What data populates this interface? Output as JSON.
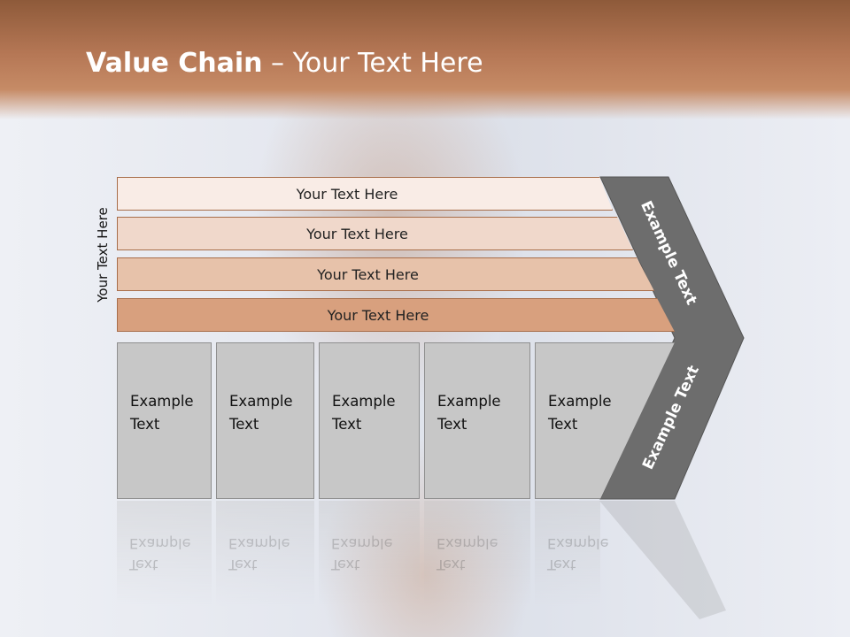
{
  "title": {
    "bold": "Value Chain",
    "rest": " – Your Text Here"
  },
  "side_label": "Your Text Here",
  "bars": [
    {
      "label": "Your Text Here",
      "color": "#f9ece6"
    },
    {
      "label": "Your Text Here",
      "color": "#f0d8cb"
    },
    {
      "label": "Your Text Here",
      "color": "#e7c2aa"
    },
    {
      "label": "Your Text Here",
      "color": "#d8a07e"
    }
  ],
  "cards": [
    {
      "line1": "Example",
      "line2": "Text"
    },
    {
      "line1": "Example",
      "line2": "Text"
    },
    {
      "line1": "Example",
      "line2": "Text"
    },
    {
      "line1": "Example",
      "line2": "Text"
    },
    {
      "line1": "Example",
      "line2": "Text"
    }
  ],
  "arrow": {
    "upper_label": "Example Text",
    "lower_label": "Example Text",
    "color": "#6d6d6d"
  },
  "colors": {
    "banner": "#a86a45",
    "card_fill": "#c7c7c7"
  }
}
